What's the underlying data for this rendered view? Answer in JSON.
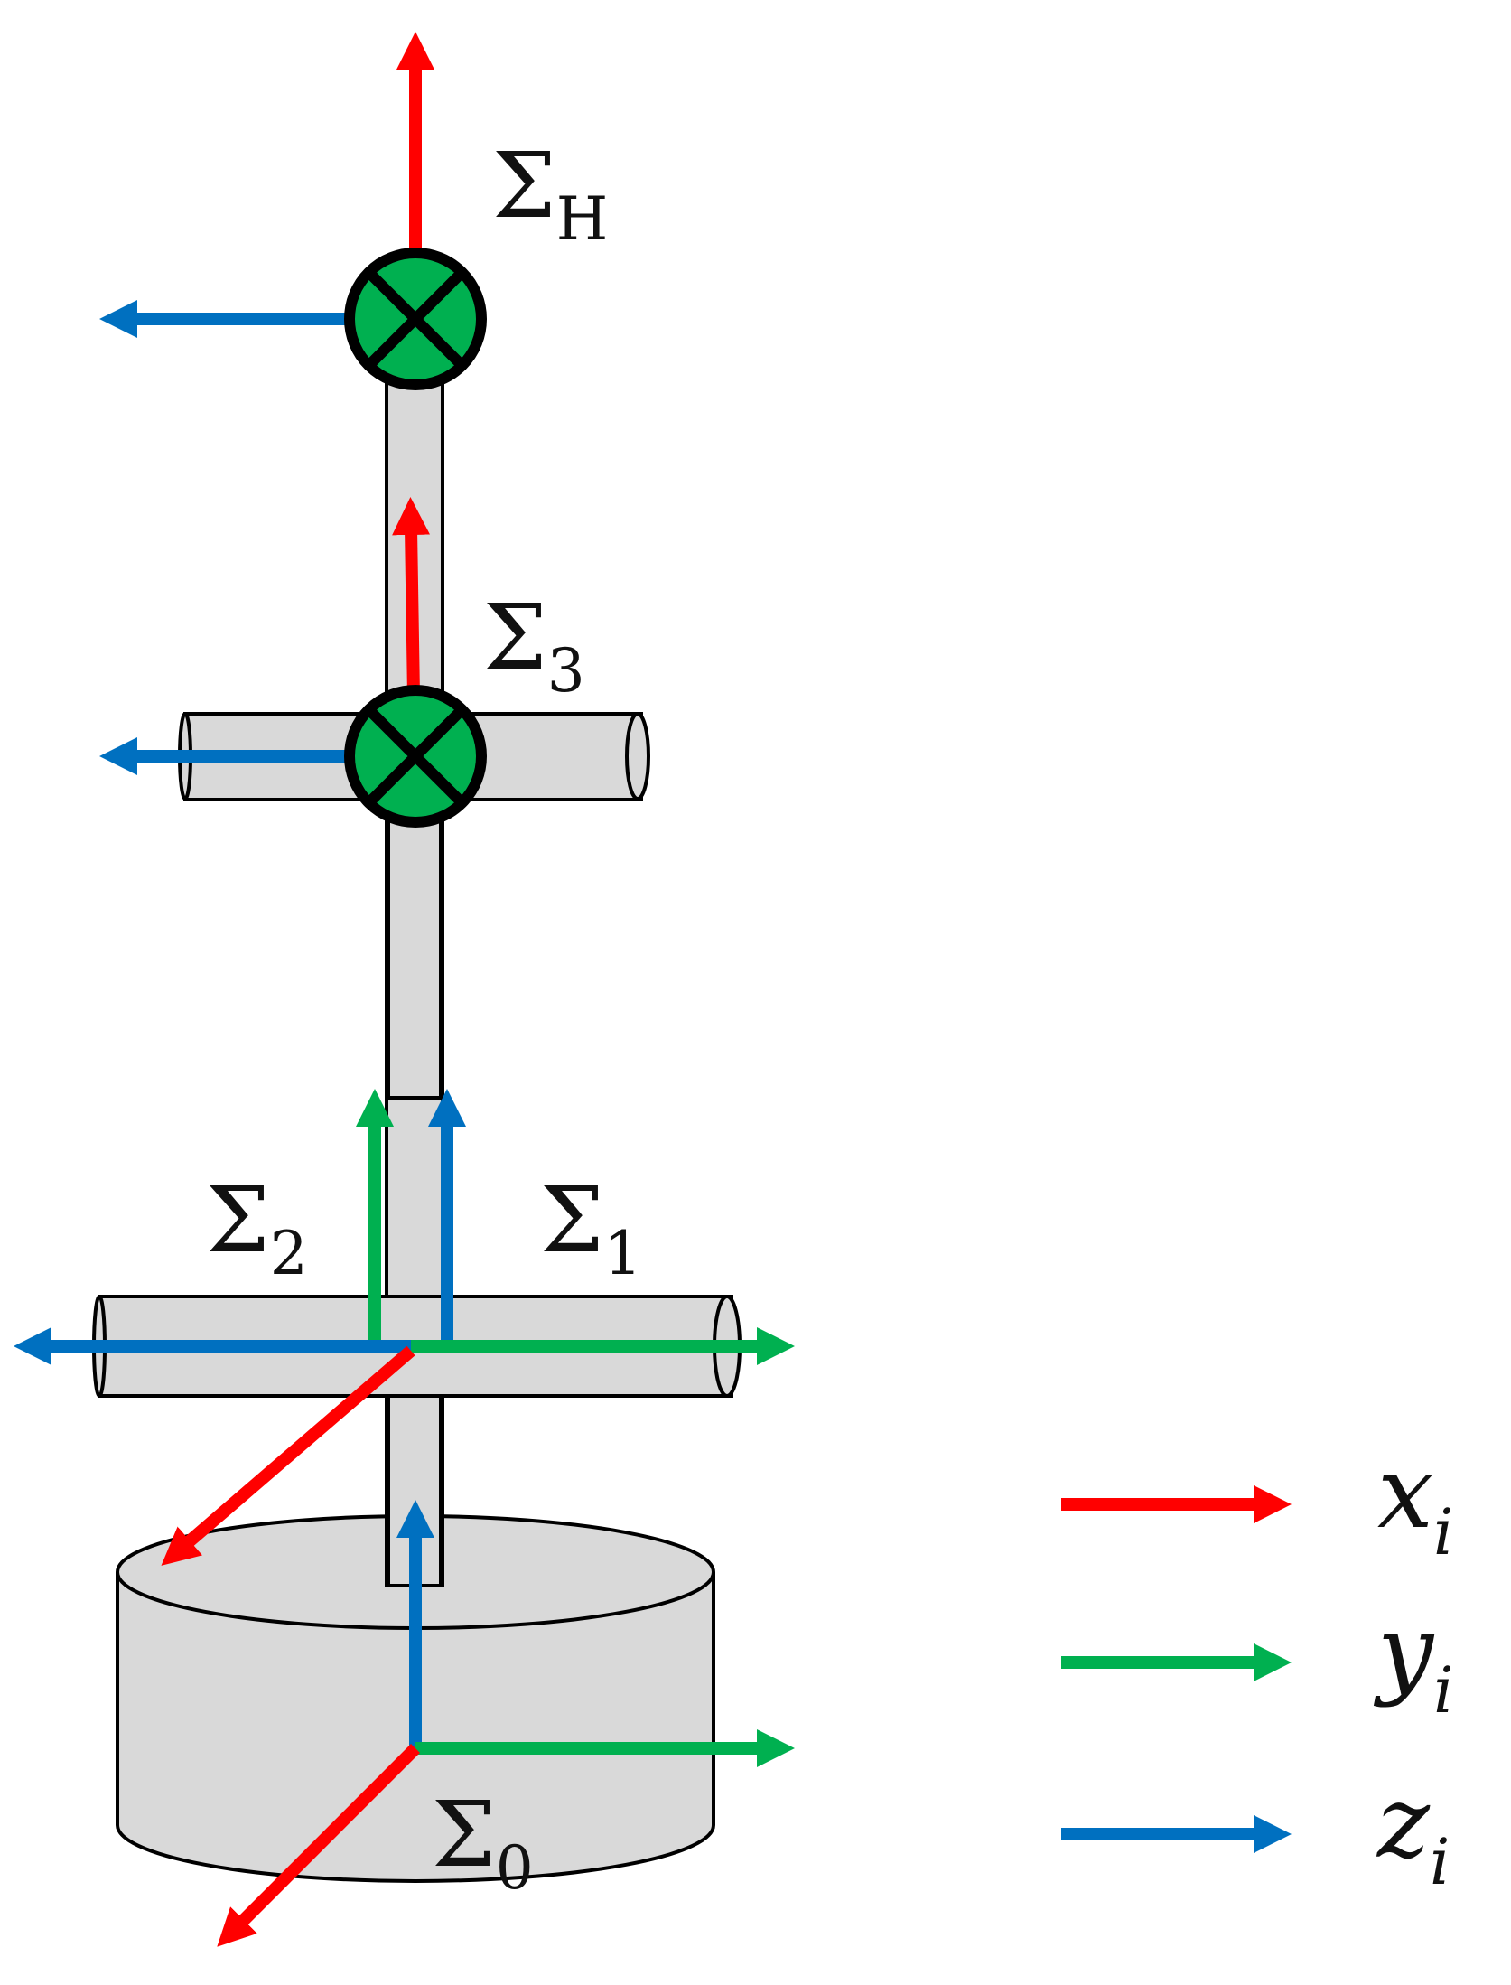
{
  "frames": [
    {
      "id": "H",
      "symbol": "Σ",
      "subscript": "H"
    },
    {
      "id": "3",
      "symbol": "Σ",
      "subscript": "3"
    },
    {
      "id": "2",
      "symbol": "Σ",
      "subscript": "2"
    },
    {
      "id": "1",
      "symbol": "Σ",
      "subscript": "1"
    },
    {
      "id": "0",
      "symbol": "Σ",
      "subscript": "0"
    }
  ],
  "legend": [
    {
      "variable": "x",
      "subscript": "i",
      "color": "#ff0000"
    },
    {
      "variable": "y",
      "subscript": "i",
      "color": "#00b050"
    },
    {
      "variable": "z",
      "subscript": "i",
      "color": "#0070c0"
    }
  ],
  "colors": {
    "x_axis": "#ff0000",
    "y_axis": "#00b050",
    "z_axis": "#0070c0",
    "link_fill": "#d9d9d9",
    "joint_fill": "#00b050",
    "outline": "#000000"
  }
}
